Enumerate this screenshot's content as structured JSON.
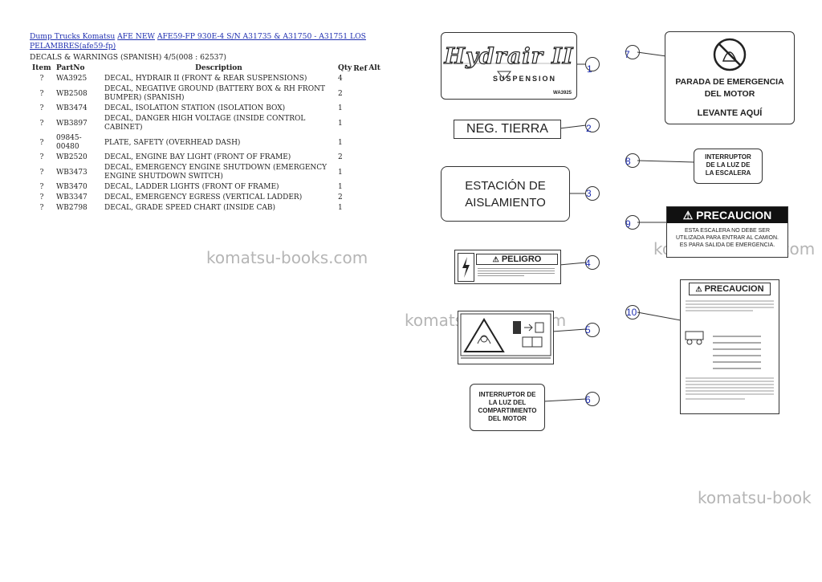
{
  "breadcrumb": {
    "links": [
      "Dump Trucks Komatsu",
      "AFE NEW",
      "AFE59-FP 930E-4 S/N A31735 & A31750 - A31751 LOS PELAMBRES(afe59-fp)"
    ]
  },
  "subtitle": "DECALS & WARNINGS (SPANISH) 4/5(008 : 62537)",
  "table": {
    "headers": [
      "Item",
      "PartNo",
      "Description",
      "Qty",
      "Ref",
      "Alt"
    ],
    "rows": [
      [
        "?",
        "WA3925",
        "DECAL, HYDRAIR II (FRONT & REAR SUSPENSIONS)",
        "4"
      ],
      [
        "?",
        "WB2508",
        "DECAL, NEGATIVE GROUND (BATTERY BOX & RH FRONT BUMPER) (SPANISH)",
        "2"
      ],
      [
        "?",
        "WB3474",
        "DECAL, ISOLATION STATION (ISOLATION BOX)",
        "1"
      ],
      [
        "?",
        "WB3897",
        "DECAL, DANGER HIGH VOLTAGE (INSIDE CONTROL CABINET)",
        "1"
      ],
      [
        "?",
        "09845-00480",
        "PLATE, SAFETY (OVERHEAD DASH)",
        "1"
      ],
      [
        "?",
        "WB2520",
        "DECAL, ENGINE BAY LIGHT (FRONT OF FRAME)",
        "2"
      ],
      [
        "?",
        "WB3473",
        "DECAL, EMERGENCY ENGINE SHUTDOWN (EMERGENCY ENGINE SHUTDOWN SWITCH)",
        "1"
      ],
      [
        "?",
        "WB3470",
        "DECAL, LADDER LIGHTS (FRONT OF FRAME)",
        "1"
      ],
      [
        "?",
        "WB3347",
        "DECAL, EMERGENCY EGRESS (VERTICAL LADDER)",
        "2"
      ],
      [
        "?",
        "WB2798",
        "DECAL, GRADE SPEED CHART (INSIDE CAB)",
        "1"
      ]
    ]
  },
  "watermark": "komatsu-books.com",
  "watermark_cut": "komatsu-book",
  "decals": {
    "hydrair": {
      "logo": "Hydrair II",
      "sub": "SUSPENSION",
      "code": "WA3925"
    },
    "neg_tierra": "NEG. TIERRA",
    "estacion": [
      "ESTACIÓN DE",
      "AISLAMIENTO"
    ],
    "peligro": "PELIGRO",
    "interruptor_motor": [
      "INTERRUPTOR DE",
      "LA LUZ DEL",
      "COMPARTIMIENTO",
      "DEL MOTOR"
    ],
    "parada": [
      "PARADA DE EMERGENCIA",
      "DEL MOTOR",
      "LEVANTE AQUÍ"
    ],
    "interruptor_escalera": [
      "INTERRUPTOR",
      "DE LA LUZ DE",
      "LA ESCALERA"
    ],
    "precaucion": {
      "title": "PRECAUCION",
      "lines": [
        "ESTA ESCALERA NO DEBE SER",
        "UTILIZADA PARA ENTRAR AL CAMION.",
        "ES PARA SALIDA DE EMERGENCIA."
      ]
    },
    "grade_chart": {
      "title": "PRECAUCION"
    }
  },
  "callouts": [
    "1",
    "2",
    "3",
    "4",
    "5",
    "6",
    "7",
    "8",
    "9",
    "10"
  ],
  "colors": {
    "link": "#1f2fb0",
    "callout_text": "#1f2fb0",
    "warning_bg": "#111111"
  },
  "icons": [
    "lightning-icon",
    "warning-triangle-icon",
    "no-fire-icon",
    "truck-icon"
  ]
}
